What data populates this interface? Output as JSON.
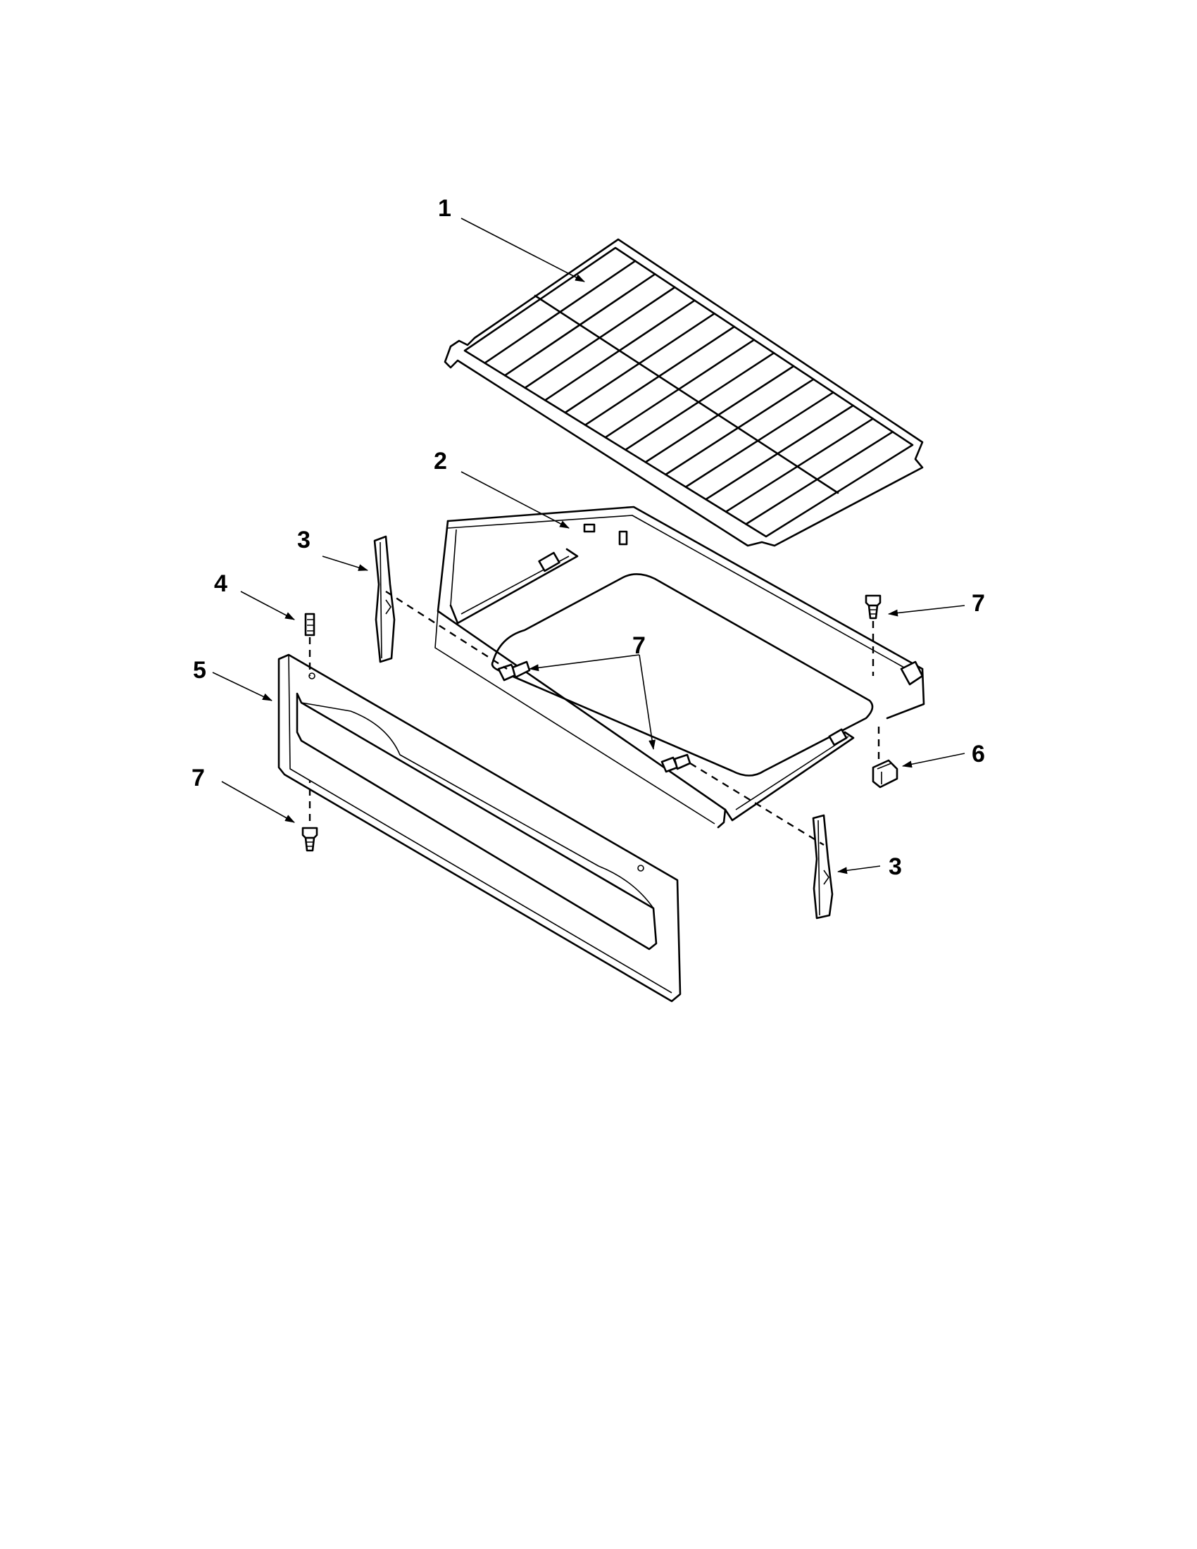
{
  "callouts": [
    {
      "id": "c1",
      "label": "1"
    },
    {
      "id": "c2",
      "label": "2"
    },
    {
      "id": "c3a",
      "label": "3"
    },
    {
      "id": "c3b",
      "label": "3"
    },
    {
      "id": "c4",
      "label": "4"
    },
    {
      "id": "c5",
      "label": "5"
    },
    {
      "id": "c6",
      "label": "6"
    },
    {
      "id": "c7a",
      "label": "7"
    },
    {
      "id": "c7b",
      "label": "7"
    },
    {
      "id": "c7c",
      "label": "7"
    }
  ],
  "colors": {
    "line": "#000000",
    "background": "#ffffff"
  }
}
